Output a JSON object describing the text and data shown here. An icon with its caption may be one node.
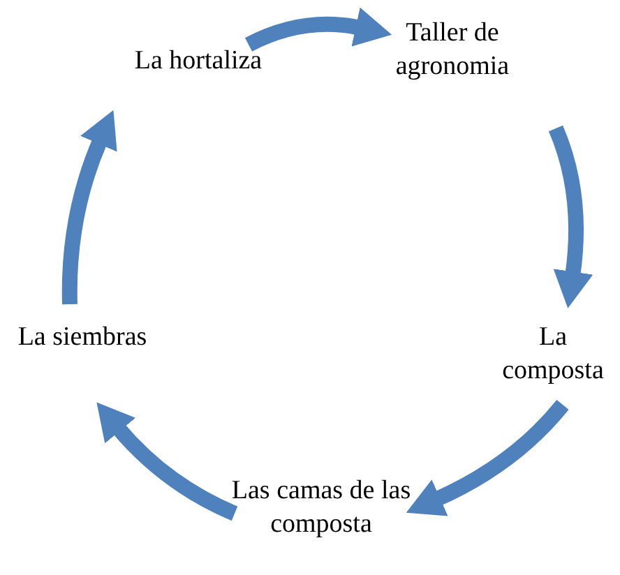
{
  "diagram": {
    "nodes": [
      {
        "text": [
          "La hortaliza"
        ]
      },
      {
        "text": [
          "Taller de agronomia"
        ]
      },
      {
        "text": [
          "La composta"
        ]
      },
      {
        "text": [
          "Las camas de las composta"
        ]
      },
      {
        "text": [
          "La siembras"
        ]
      }
    ],
    "edges": [
      {
        "from": 0,
        "to": 1,
        "arrow": "to"
      },
      {
        "from": 1,
        "to": 2,
        "arrow": "to"
      },
      {
        "from": 2,
        "to": 3,
        "arrow": "to"
      },
      {
        "from": 3,
        "to": 4,
        "arrow": "to"
      },
      {
        "from": 4,
        "to": 0,
        "arrow": "to"
      }
    ]
  }
}
